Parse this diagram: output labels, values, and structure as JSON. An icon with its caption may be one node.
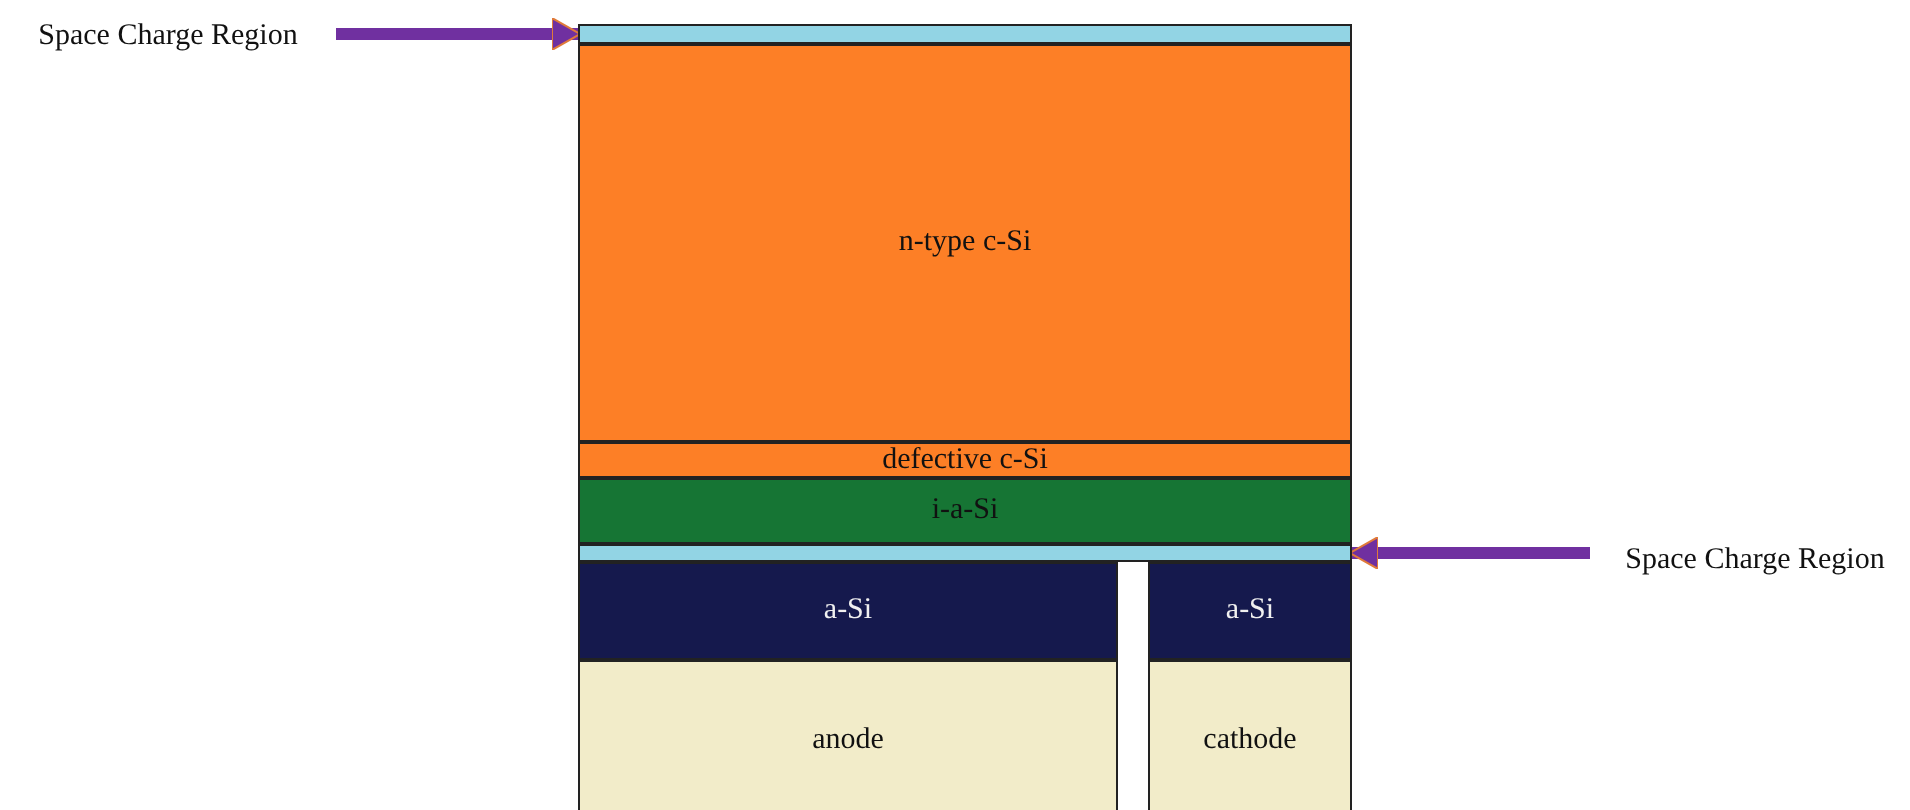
{
  "diagram": {
    "nodes": [
      {
        "text": [
          "Space Charge Region"
        ]
      },
      {
        "text": [],
        "shape": "bar"
      },
      {
        "text": [
          "n-type c-Si"
        ]
      },
      {
        "text": [
          "defective c-Si"
        ]
      },
      {
        "text": [
          "i-a-Si"
        ]
      },
      {
        "text": [],
        "shape": "bar"
      },
      {
        "text": [
          "Space Charge Region"
        ]
      },
      {
        "text": [
          "a-Si"
        ]
      },
      {
        "text": [
          "a-Si"
        ]
      },
      {
        "text": [
          "anode"
        ]
      },
      {
        "text": [
          "cathode"
        ]
      }
    ],
    "edges": [
      {
        "from": 0,
        "to": 1,
        "arrow": "to"
      },
      {
        "from": 6,
        "to": 5,
        "arrow": "to"
      }
    ]
  }
}
